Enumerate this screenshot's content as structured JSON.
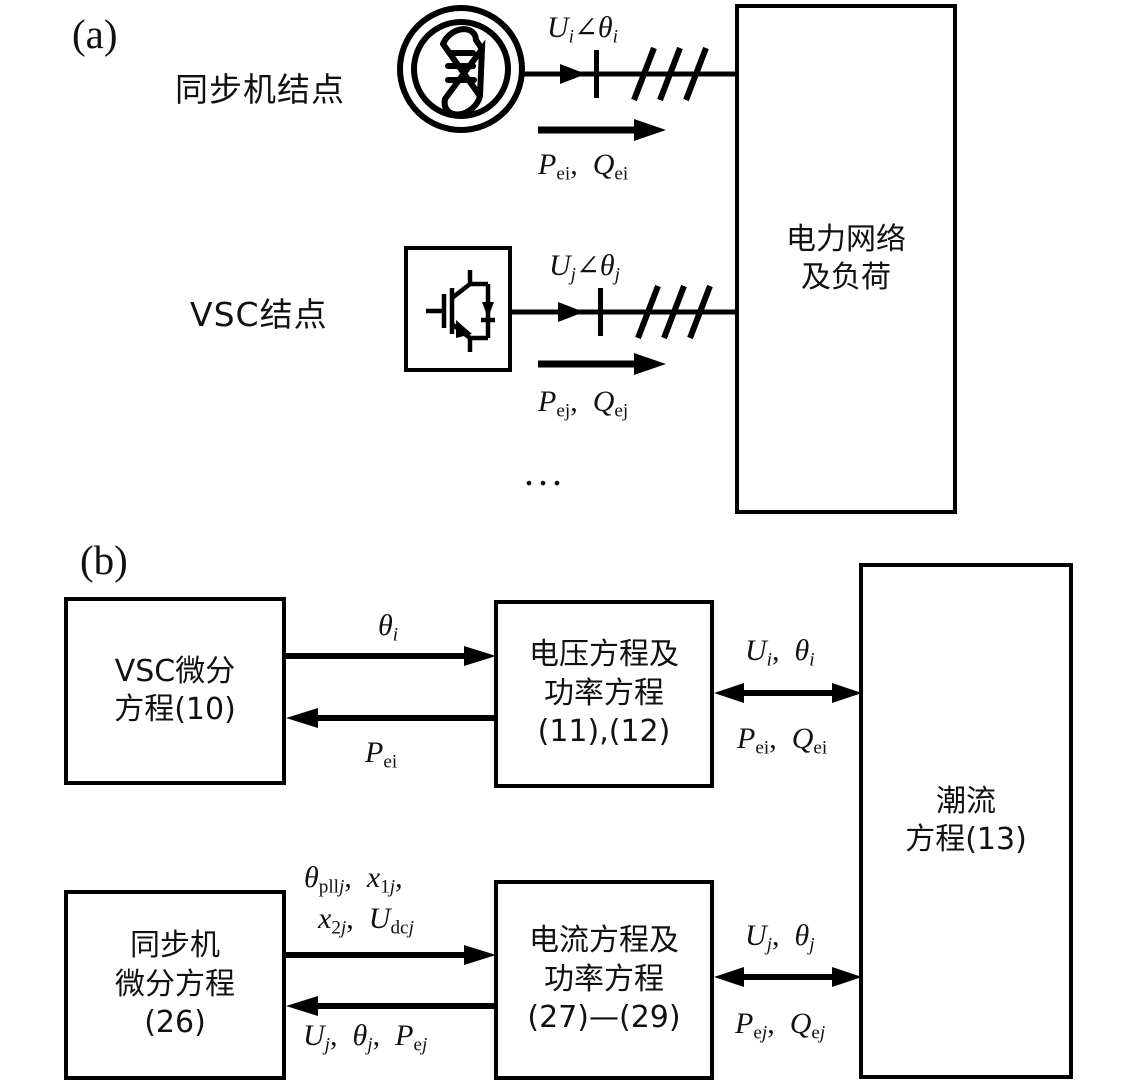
{
  "figure": {
    "panel_a_label": "(a)",
    "panel_b_label": "(b)"
  },
  "panel_a": {
    "sync_node_label": "同步机结点",
    "vsc_node_label": "VSC结点",
    "network_box_label_line1": "电力网络",
    "network_box_label_line2": "及负荷",
    "ellipsis": "...",
    "sync_branch": {
      "voltage_label": "U_i∠θ_i",
      "voltage_base": "U",
      "voltage_sub": "i",
      "angle_symbol": "∠",
      "theta_base": "θ",
      "theta_sub": "i",
      "power_label": "P_ei,  Q_ei",
      "p_base": "P",
      "p_sub": "ei",
      "q_base": "Q",
      "q_sub": "ei"
    },
    "vsc_branch": {
      "voltage_label": "U_j∠θ_j",
      "voltage_base": "U",
      "voltage_sub": "j",
      "angle_symbol": "∠",
      "theta_base": "θ",
      "theta_sub": "j",
      "power_label": "P_ej,  Q_ej",
      "p_base": "P",
      "p_sub": "ej",
      "q_base": "Q",
      "q_sub": "ej"
    },
    "icons": {
      "sync_machine": "synchronous-machine-icon",
      "vsc_converter": "igbt-converter-icon",
      "transformer": "transformer-icon",
      "transmission_line": "transmission-line-icon"
    }
  },
  "panel_b": {
    "vsc_diff_box": {
      "line1": "VSC微分",
      "line2": "方程(10)"
    },
    "voltage_power_box": {
      "line1": "电压方程及",
      "line2": "功率方程",
      "line3": "(11),(12)"
    },
    "powerflow_box": {
      "line1": "潮流",
      "line2": "方程(13)"
    },
    "sync_diff_box": {
      "line1": "同步机",
      "line2": "微分方程",
      "line3": "(26)"
    },
    "current_power_box": {
      "line1": "电流方程及",
      "line2": "功率方程",
      "line3": "(27)—(29)"
    },
    "signals": {
      "theta_i": "θ_i",
      "theta_i_base": "θ",
      "theta_i_sub": "i",
      "p_ei": "P_ei",
      "p_ei_base": "P",
      "p_ei_sub": "ei",
      "u_theta_i": "U_i,  θ_i",
      "p_q_ei": "P_ei,  Q_ei",
      "sync_out_line1": "θ_pllj,  x_1j,",
      "sync_out_line2": "x_2j,  U_dcj",
      "sync_in": "U_j,  θ_j,  P_ej",
      "u_theta_j": "U_j,  θ_j",
      "p_q_ej": "P_ej,  Q_ej"
    }
  },
  "colors": {
    "stroke": "#000000",
    "background": "#ffffff",
    "text": "#111111"
  }
}
